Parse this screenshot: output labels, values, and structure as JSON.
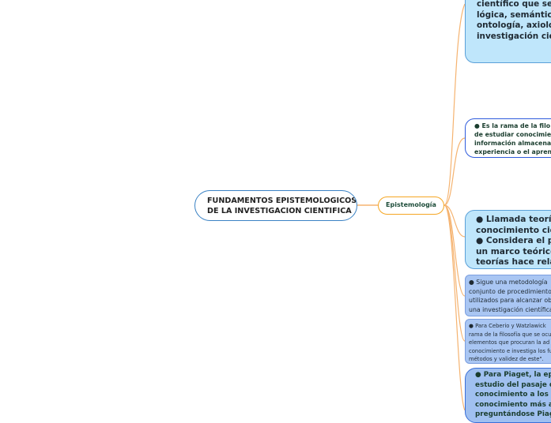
{
  "root": {
    "lines": [
      "FUNDAMENTOS EPISTEMOLOGICOS",
      "DE LA INVESTIGACION CIENTIFICA"
    ]
  },
  "branch": {
    "label": "Epistemología"
  },
  "colors": {
    "connector": "#f5b370",
    "root_border": "#3b82c4",
    "branch_border": "#f5a623"
  },
  "leaves": [
    {
      "lines": [
        "científico que se oc",
        "lógica, semántica,",
        "ontología, axiologí",
        "investigación cient"
      ]
    },
    {
      "lines": [
        "●    Es la rama de la filo",
        "de estudiar conocimien",
        "información almacenad",
        "experiencia o el aprend"
      ]
    },
    {
      "lines": [
        "●    Llamada teoría",
        "conocimiento cient",
        "●    Considera el pa",
        "un marco teórico o",
        "teorías hace relacio"
      ]
    },
    {
      "lines": [
        "●     Sigue una metodología",
        "conjunto de procedimientos",
        "utilizados para alcanzar obj",
        "una investigación científica."
      ]
    },
    {
      "lines": [
        "●     Para Ceberio y Watzlawick",
        "rama de la filosofía que se ocu",
        "elementos que procuran la ad",
        "conocimiento e investiga los fu",
        "métodos y validez de este\"."
      ]
    },
    {
      "lines": [
        "●    Para Piaget, la epis",
        "estudio del pasaje de lo",
        "conocimiento a los esta",
        "conocimiento más avan",
        "preguntándose Piaget"
      ]
    }
  ]
}
